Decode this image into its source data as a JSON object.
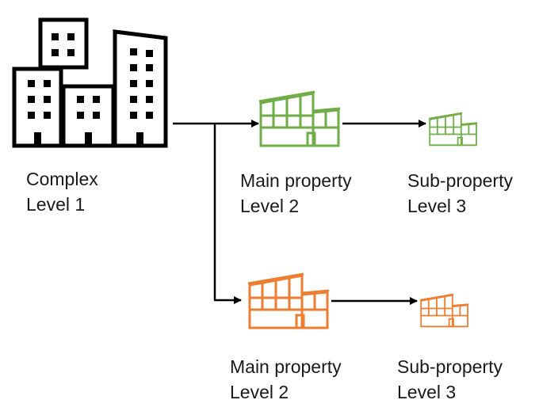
{
  "colors": {
    "complex": "#000000",
    "top_branch": "#70AD47",
    "bottom_branch": "#ED7D31",
    "arrows": "#000000"
  },
  "icons": {
    "complex": "office-buildings-icon",
    "property": "factory-building-icon"
  },
  "nodes": {
    "complex": {
      "name": "Complex",
      "level": "Level 1"
    },
    "main_top": {
      "name": "Main property",
      "level": "Level 2"
    },
    "sub_top": {
      "name": "Sub-property",
      "level": "Level 3"
    },
    "main_bottom": {
      "name": "Main property",
      "level": "Level 2"
    },
    "sub_bottom": {
      "name": "Sub-property",
      "level": "Level 3"
    }
  }
}
